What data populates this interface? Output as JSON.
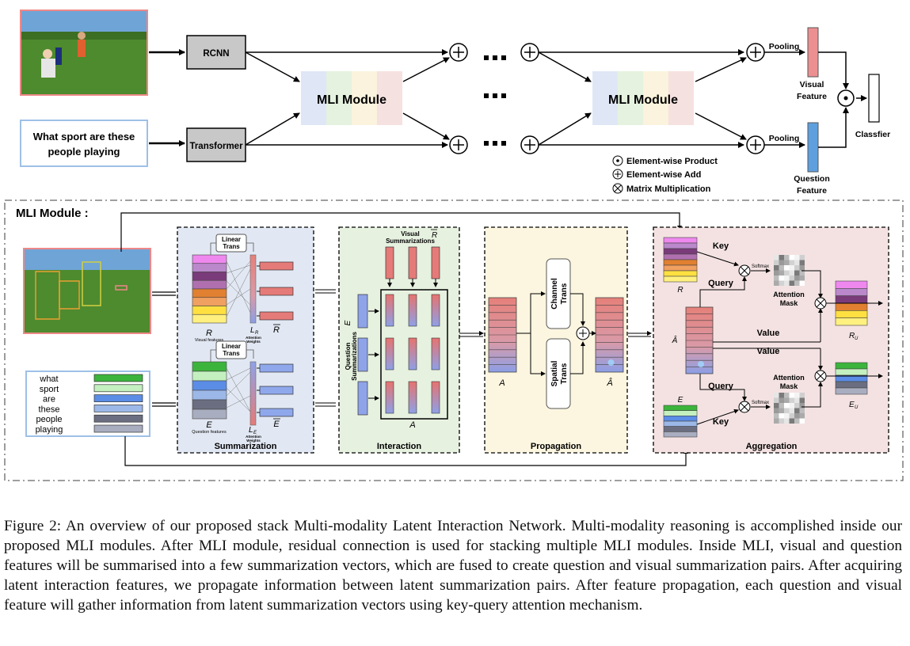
{
  "top": {
    "rcnn": "RCNN",
    "transformer": "Transformer",
    "question_box": [
      "What sport are these",
      "people playing"
    ],
    "mli_module": "MLI Module",
    "ellipsis": "▪▪▪",
    "pooling": "Pooling",
    "visual_feature": [
      "Visual",
      "Feature"
    ],
    "question_feature": [
      "Question",
      "Feature"
    ],
    "classifier": "Classfier",
    "legend": [
      "Element-wise Product",
      "Element-wise Add",
      "Matrix Multiplication"
    ]
  },
  "bottom": {
    "title": "MLI Module :",
    "words": [
      "what",
      "sport",
      "are",
      "these",
      "people",
      "playing"
    ],
    "summarization": {
      "label": "Summarization",
      "linear_trans": [
        "Linear",
        "Trans"
      ],
      "r": "R",
      "lr": "L",
      "lr_sub": "R",
      "rbar": "R",
      "visual_features": "Visual features",
      "attention_weights": [
        "Attention",
        "Weights"
      ],
      "e": "E",
      "le": "L",
      "le_sub": "E",
      "ebar": "E",
      "question_features": "Question features"
    },
    "interaction": {
      "label": "Interaction",
      "visual_summ": [
        "Visual",
        "Summarizations"
      ],
      "visual_sym": "R",
      "question_summ": [
        "Question",
        "Summarizations"
      ],
      "question_sym": "E",
      "a": "A"
    },
    "propagation": {
      "label": "Propagation",
      "channel": [
        "Channel",
        "Trans"
      ],
      "spatial": [
        "Spatial",
        "Trans"
      ],
      "a": "A",
      "ahat": "Â"
    },
    "aggregation": {
      "label": "Aggregation",
      "key": "Key",
      "query": "Query",
      "value": "Value",
      "softmax": "Softmax",
      "attention_mask": [
        "Attention",
        "Mask"
      ],
      "r": "R",
      "ahat": "Â",
      "e": "E",
      "ru": "R",
      "ru_sub": "U",
      "eu": "E",
      "eu_sub": "U"
    }
  },
  "caption": [
    "Figure 2:  An overview of our proposed stack Multi-modality Latent Interaction Network.  Multi-modality reasoning is",
    "accomplished inside our proposed MLI modules. After MLI module, residual connection is used for stacking multiple MLI",
    "modules. Inside MLI, visual and question features will be summarised into a few summarization vectors, which are fused to",
    "create question and visual summarization pairs. After acquiring latent interaction features, we propagate information between",
    "latent summarization pairs.  After feature propagation, each question and visual feature will gather information from latent",
    "summarization vectors using key-query attention mechanism."
  ]
}
